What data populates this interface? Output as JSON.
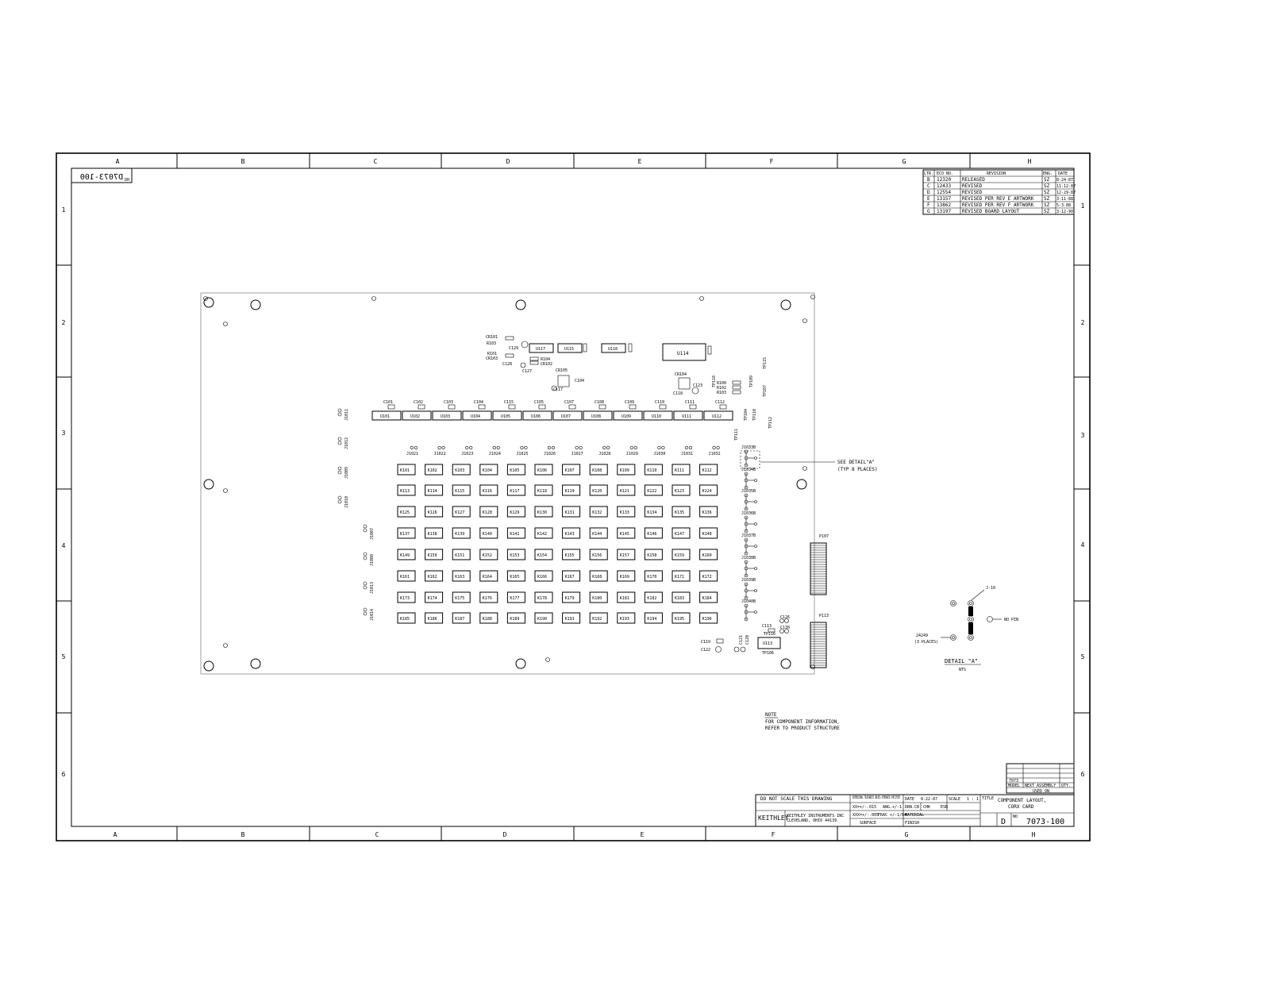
{
  "border": {
    "columns": [
      "A",
      "B",
      "C",
      "D",
      "E",
      "F",
      "G",
      "H"
    ],
    "rows": [
      "1",
      "2",
      "3",
      "4",
      "5",
      "6"
    ]
  },
  "drawing_number_box": {
    "text": "D7073-100",
    "suffix": "DH"
  },
  "revision_table": {
    "headers": [
      "LTR.",
      "ECO NO.",
      "REVISION",
      "ENG.",
      "DATE"
    ],
    "rows": [
      [
        "B",
        "12320",
        "RELEASED",
        "SZ",
        "8-24-87"
      ],
      [
        "C",
        "12433",
        "REVISED",
        "SZ",
        "11-12-87"
      ],
      [
        "D",
        "12554",
        "REVISED",
        "SZ",
        "12-29-87"
      ],
      [
        "E",
        "13157",
        "REVISED PER REV E ARTWORK",
        "SZ",
        "3-11-88"
      ],
      [
        "F",
        "13862",
        "REVISED PER REV F ARTWORK",
        "SZ",
        "5-3-88"
      ],
      [
        "G",
        "13197",
        "REVISED BOARD LAYOUT",
        "SZ",
        "3-12-90"
      ]
    ]
  },
  "board": {
    "top_row_parts": [
      "U117",
      "U115",
      "U118",
      "U114"
    ],
    "small_parts": [
      "CR101",
      "R103",
      "C129",
      "R101",
      "CR103",
      "C128",
      "R104",
      "CR102",
      "C127",
      "CR105",
      "C104",
      "C117",
      "CR104",
      "C123",
      "C118",
      "R100",
      "R102",
      "R103",
      "TP118",
      "TP107",
      "TP115",
      "TP109"
    ],
    "cap_labels": [
      "C101",
      "C102",
      "C103",
      "C104",
      "C115",
      "C105",
      "C107",
      "C108",
      "C109",
      "C110",
      "C111",
      "C112"
    ],
    "u_row": [
      "U101",
      "U102",
      "U103",
      "U104",
      "U105",
      "U106",
      "U107",
      "U108",
      "U109",
      "U110",
      "U111",
      "U112"
    ],
    "j_labels_top": [
      "J1021",
      "J1022",
      "J1023",
      "J1024",
      "J1025",
      "J1026",
      "J1027",
      "J1028",
      "J1029",
      "J1030",
      "J1031",
      "J1032"
    ],
    "left_j_labels": [
      "J1011",
      "J1012",
      "J1009",
      "J1010",
      "J1007",
      "J1008",
      "J1013",
      "J1014"
    ],
    "relays": [
      [
        "K101",
        "K102",
        "K103",
        "K104",
        "K105",
        "K106",
        "K107",
        "K108",
        "K109",
        "K110",
        "K111",
        "K112"
      ],
      [
        "K113",
        "K114",
        "K115",
        "K116",
        "K117",
        "K118",
        "K119",
        "K120",
        "K121",
        "K122",
        "K123",
        "K124"
      ],
      [
        "K125",
        "K126",
        "K127",
        "K128",
        "K129",
        "K130",
        "K131",
        "K132",
        "K133",
        "K134",
        "K135",
        "K136"
      ],
      [
        "K137",
        "K138",
        "K139",
        "K140",
        "K141",
        "K142",
        "K143",
        "K144",
        "K145",
        "K146",
        "K147",
        "K148"
      ],
      [
        "K149",
        "K150",
        "K151",
        "K152",
        "K153",
        "K154",
        "K155",
        "K156",
        "K157",
        "K158",
        "K159",
        "K160"
      ],
      [
        "K161",
        "K162",
        "K163",
        "K164",
        "K165",
        "K166",
        "K167",
        "K168",
        "K169",
        "K170",
        "K171",
        "K172"
      ],
      [
        "K173",
        "K174",
        "K175",
        "K176",
        "K177",
        "K178",
        "K179",
        "K180",
        "K181",
        "K182",
        "K183",
        "K184"
      ],
      [
        "K185",
        "K186",
        "K187",
        "K188",
        "K189",
        "K190",
        "K191",
        "K192",
        "K193",
        "K194",
        "K195",
        "K196"
      ]
    ],
    "right_j_labels": [
      "J1033B",
      "J1034B",
      "J1035B",
      "J1036B",
      "J1037B",
      "J1038B",
      "J1039B",
      "J1040B"
    ],
    "connectors": [
      "P107",
      "P113"
    ],
    "bottom_parts": [
      "C119",
      "C122",
      "C121",
      "C120",
      "U113",
      "C113",
      "TP116",
      "TP106",
      "C126",
      "C130"
    ],
    "misc_tp": [
      "TP111",
      "TP104",
      "TP110",
      "TP112"
    ]
  },
  "callouts": {
    "see_detail": "SEE DETAIL\"A\"",
    "typ": "(TYP 8 PLACES)"
  },
  "detail_a": {
    "title": "DETAIL \"A\"",
    "scale": "NTS",
    "j_label": "J-10",
    "no_pin": "NO PIN",
    "part": "24249",
    "places": "(3 PLACES)"
  },
  "note": {
    "title": "NOTE",
    "line1": "FOR COMPONENT INFORMATION,",
    "line2": "REFER TO PRODUCT STRUCTURE"
  },
  "used_on": {
    "model": "7073",
    "headers": [
      "MODEL",
      "NEXT ASSEMBLY",
      "QTY."
    ],
    "caption": "USED ON"
  },
  "title_block": {
    "do_not_scale": "DO NOT SCALE THIS DRAWING",
    "tolerances": "DIMENSIONAL TOLERANCES UNLESS OTHERWISE SPECIFIED",
    "tol1": "XX=+/-.015",
    "tol2": "ANG.+/-1",
    "tol3": "XXX=+/-.005",
    "tol4": "FRAC +/-1/64",
    "surface": "SURFACE",
    "date_label": "DATE",
    "date": "8-22-87",
    "scale_label": "SCALE",
    "scale": "1 : 1",
    "drn_label": "DRN.",
    "drn": "CB",
    "chk_label": "CHK",
    "chk": "ESB",
    "material": "MATERIAL",
    "finish": "FINISH",
    "company": "KEITHLEY",
    "company_sub1": "KEITHLEY INSTRUMENTS INC",
    "company_sub2": "CLEVELAND, OHIO 44139",
    "title_label": "TITLE",
    "title1": "COMPONENT LAYOUT,",
    "title2": "CORX CARD",
    "size": "D",
    "no_label": "NO",
    "number": "7073-100"
  }
}
